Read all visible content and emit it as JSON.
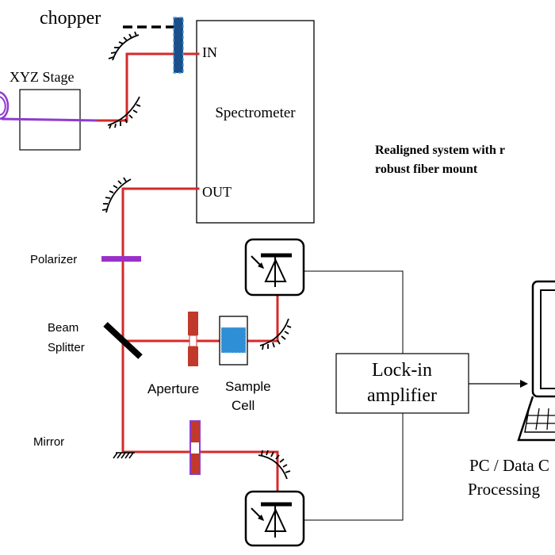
{
  "labels": {
    "chopper": "chopper",
    "in": "IN",
    "out": "OUT",
    "xyz_stage": "XYZ Stage",
    "spectrometer": "Spectrometer",
    "polarizer": "Polarizer",
    "beam_splitter_line1": "Beam",
    "beam_splitter_line2": "Splitter",
    "aperture": "Aperture",
    "sample_cell_line1": "Sample",
    "sample_cell_line2": "Cell",
    "mirror": "Mirror",
    "lockin_line1": "Lock-in",
    "lockin_line2": "amplifier",
    "pc_line1": "PC / Data C",
    "pc_line2": "Processing",
    "note_line1": "Realigned system with r",
    "note_line2": "robust fiber mount"
  },
  "colors": {
    "beam": "#d42a2a",
    "fiber": "#8e3bd0",
    "aperture": "#c0392b",
    "polarizer": "#9b30c8",
    "mirror_outline": "#7b2fb0",
    "sample": "#2e8fd6",
    "chopper_blade": "#1b4f8a",
    "line": "#000000"
  }
}
